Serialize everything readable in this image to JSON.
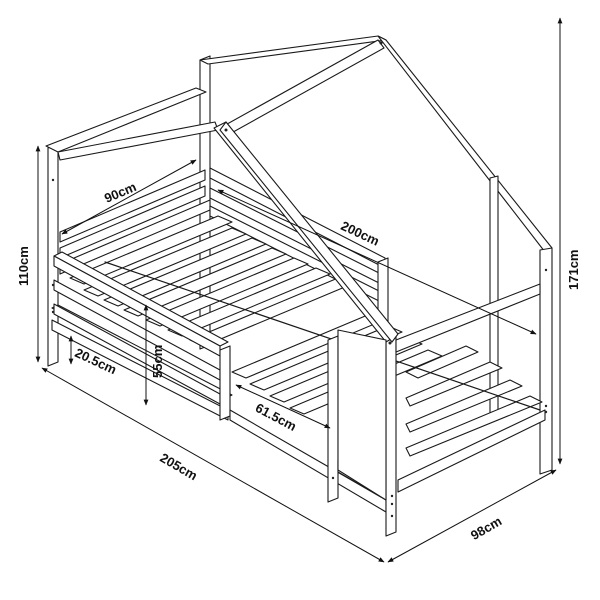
{
  "diagram": {
    "subject": "house-frame-bed",
    "style": "technical line drawing",
    "line_color": "#1a1a1a",
    "background": "#ffffff"
  },
  "dimensions": {
    "headboard_width": "90cm",
    "bed_length_inner": "200cm",
    "end_height": "110cm",
    "total_height": "171cm",
    "leg_clearance": "20.5cm",
    "rail_height": "55cm",
    "front_opening": "61.5cm",
    "total_length": "205cm",
    "total_width": "98cm"
  }
}
